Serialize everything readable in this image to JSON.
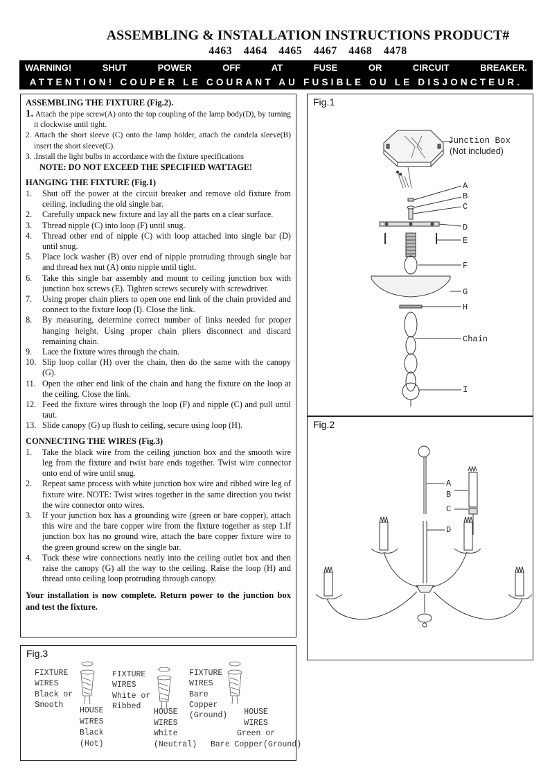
{
  "header": {
    "title": "ASSEMBLING & INSTALLATION INSTRUCTIONS PRODUCT#",
    "products": "4463   4464   4465   4467   4468   4478"
  },
  "warnings": {
    "english_words": [
      "WARNING!",
      "SHUT",
      "POWER",
      "OFF",
      "AT",
      "FUSE",
      "OR",
      "CIRCUIT",
      "BREAKER."
    ],
    "french": "ATTENTION! COUPER LE COURANT AU FUSIBLE OU LE DISJONCTEUR."
  },
  "assembling": {
    "heading": "ASSEMBLING THE FIXTURE (Fig.2).",
    "step1_num": "1.",
    "step1_text": "Attach the pipe screw(A) onto the top coupling of the lamp body(D), by turning it clockwise until tight.",
    "step2": "2. Attach the short sleeve (C) onto the lamp holder, attach the candela sleeve(B) insert the short sleeve(C).",
    "step3": "3. .Install the light bulbs in accordance with the fixture specifications",
    "note": "NOTE: DO NOT EXCEED THE SPECIFIED WATTAGE!"
  },
  "hanging": {
    "heading": "HANGING THE FIXTURE (Fig.1)",
    "steps": [
      {
        "n": "1.",
        "t": "Shut off the power at the circuit breaker and remove old fixture from ceiling, including the old single bar."
      },
      {
        "n": "2.",
        "t": "Carefully unpack new fixture and lay all the parts on a clear surface."
      },
      {
        "n": "3.",
        "t": "Thread nipple (C) into loop (F) until snug."
      },
      {
        "n": "4.",
        "t": "Thread other end of nipple (C) with loop attached into single bar (D) until snug."
      },
      {
        "n": "5.",
        "t": "Place lock washer (B) over end of nipple protruding through single bar and thread hex nut (A) onto nipple until tight."
      },
      {
        "n": "6.",
        "t": "Take this single bar assembly and mount to ceiling junction box with junction box screws (E). Tighten screws securely with screwdriver."
      },
      {
        "n": "7.",
        "t": "Using proper chain pliers to open one end link of the chain provided and connect to the fixture loop (I). Close the link."
      },
      {
        "n": "8.",
        "t": "By measuring, determine correct number of links needed for proper hanging height. Using proper chain pliers disconnect and discard remaining chain."
      },
      {
        "n": "9.",
        "t": "Lace the fixture wires through the chain."
      },
      {
        "n": "10.",
        "t": "Slip loop collar (H) over the chain, then do the same with the canopy (G)."
      },
      {
        "n": "11.",
        "t": "Open the other end link of the chain and hang the fixture on the loop at the ceiling. Close the link."
      },
      {
        "n": "12.",
        "t": "Feed the fixture wires through the loop (F) and nipple (C) and pull until taut."
      },
      {
        "n": "13.",
        "t": "Slide canopy (G) up flush to ceiling, secure using loop (H)."
      }
    ]
  },
  "connecting": {
    "heading": "CONNECTING THE WIRES (Fig.3)",
    "steps": [
      {
        "n": "1.",
        "t": "Take the black wire from the ceiling junction box and the smooth wire leg from the fixture and twist bare ends together. Twist wire connector onto end of wire until snug."
      },
      {
        "n": "2.",
        "t": "Repeat same process with white junction box wire and ribbed wire leg of fixture wire. NOTE: Twist wires together in the same direction you twist the wire connector onto wires."
      },
      {
        "n": "3.",
        "t": "If your junction box has a grounding wire (green or bare copper), attach this wire and the bare copper wire from the fixture together as step 1.If junction box has no ground wire, attach the bare copper fixture wire to the green ground screw on the single bar."
      },
      {
        "n": "4.",
        "t": "Tuck these wire connections neatly into the ceiling outlet box and then raise the canopy (G) all the way to the ceiling. Raise the loop (H) and thread onto ceiling loop protruding through canopy."
      }
    ],
    "final": "Your installation is now complete. Return power to the junction box and test the fixture."
  },
  "fig1": {
    "label": "Fig.1",
    "junction_box": "Junction Box",
    "not_included": "(Not included)",
    "letters": [
      "A",
      "B",
      "C",
      "D",
      "E",
      "F",
      "G",
      "H",
      "Chain",
      "I"
    ]
  },
  "fig2": {
    "label": "Fig.2",
    "letters": [
      "A",
      "B",
      "C",
      "D"
    ]
  },
  "fig3": {
    "label": "Fig.3",
    "fixture_cols": [
      "FIXTURE\nWIRES\nBlack or\nSmooth",
      "FIXTURE\nWIRES\nWhite or\nRibbed",
      "FIXTURE\nWIRES\nBare\nCopper\n(Ground)"
    ],
    "house_cols": [
      "HOUSE\nWIRES\nBlack\n(Hot)",
      "HOUSE\nWIRES\nWhite\n(Neutral)",
      "HOUSE\nWIRES\nGreen or\nBare Copper(Ground)"
    ]
  }
}
